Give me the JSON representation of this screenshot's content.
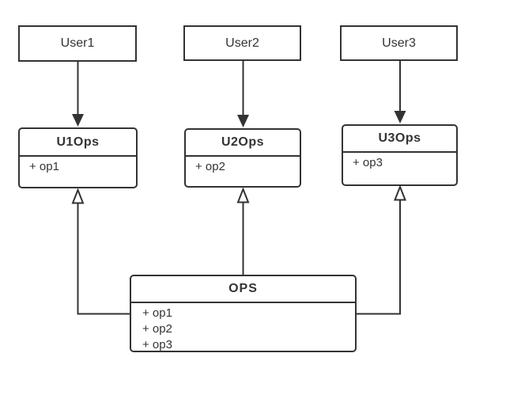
{
  "diagram": {
    "actors": [
      {
        "id": "user1",
        "label": "User1"
      },
      {
        "id": "user2",
        "label": "User2"
      },
      {
        "id": "user3",
        "label": "User3"
      }
    ],
    "classes": [
      {
        "id": "u1ops",
        "name": "U1Ops",
        "methods": [
          "+ op1"
        ]
      },
      {
        "id": "u2ops",
        "name": "U2Ops",
        "methods": [
          "+ op2"
        ]
      },
      {
        "id": "u3ops",
        "name": "U3Ops",
        "methods": [
          "+ op3"
        ]
      },
      {
        "id": "ops",
        "name": "OPS",
        "methods": [
          "+ op1",
          "+ op2",
          "+ op3"
        ]
      }
    ],
    "relations": [
      {
        "from": "User1",
        "to": "U1Ops",
        "type": "directed-association"
      },
      {
        "from": "User2",
        "to": "U2Ops",
        "type": "directed-association"
      },
      {
        "from": "User3",
        "to": "U3Ops",
        "type": "directed-association"
      },
      {
        "from": "OPS",
        "to": "U1Ops",
        "type": "generalization"
      },
      {
        "from": "OPS",
        "to": "U2Ops",
        "type": "generalization"
      },
      {
        "from": "OPS",
        "to": "U3Ops",
        "type": "generalization"
      }
    ],
    "colors": {
      "stroke": "#333333",
      "fill": "#ffffff"
    }
  }
}
